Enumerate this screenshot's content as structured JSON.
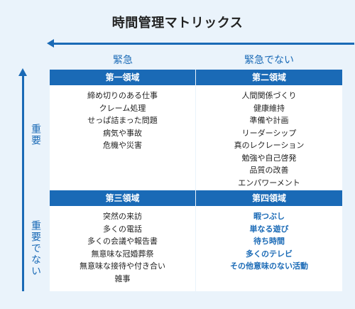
{
  "title": "時間管理マトリックス",
  "axes": {
    "urgent": "緊急",
    "not_urgent": "緊急でない",
    "important": "重要",
    "not_important": "重要でない"
  },
  "quadrants": [
    {
      "heading": "第一領域",
      "items": [
        "締め切りのある仕事",
        "クレーム処理",
        "せっぱ詰まった問題",
        "病気や事故",
        "危機や災害"
      ]
    },
    {
      "heading": "第二領域",
      "items": [
        "人間関係づくり",
        "健康維持",
        "準備や計画",
        "リーダーシップ",
        "真のレクレーション",
        "勉強や自己啓発",
        "品質の改善",
        "エンパワーメント"
      ]
    },
    {
      "heading": "第三領域",
      "items": [
        "突然の来訪",
        "多くの電話",
        "多くの会議や報告書",
        "無意味な冠婚葬祭",
        "無意味な接待や付き合い",
        "雑事"
      ]
    },
    {
      "heading": "第四領域",
      "items": [
        "暇つぶし",
        "単なる遊び",
        "待ち時間",
        "多くのテレビ",
        "その他意味のない活動"
      ]
    }
  ],
  "colors": {
    "accent": "#1a6ab6",
    "background": "#eaf3fb",
    "panel": "#ffffff"
  }
}
